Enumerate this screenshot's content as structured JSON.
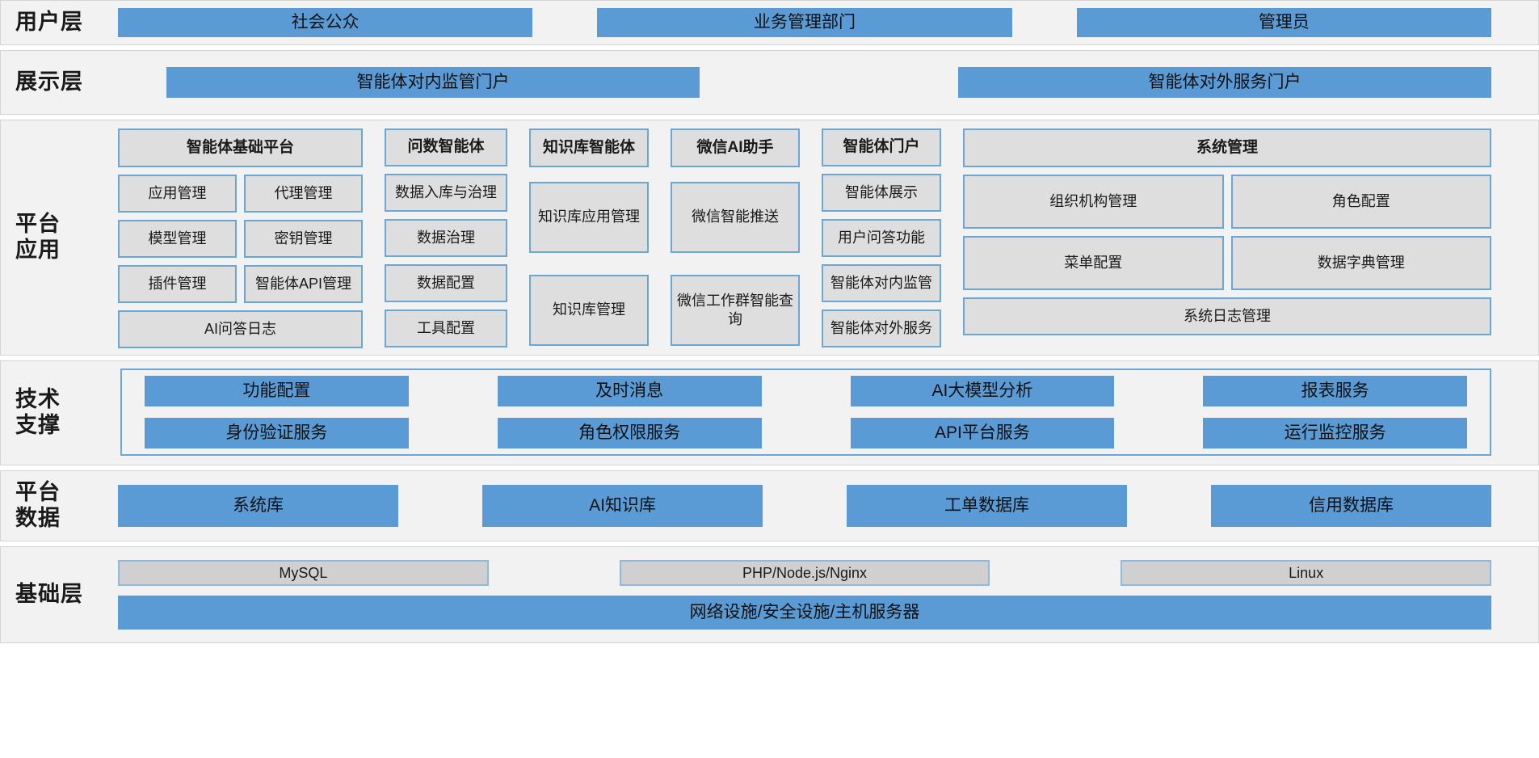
{
  "colors": {
    "blue": "#5b9bd5",
    "grey_fill": "#dedede",
    "grey_border": "#6ba6d6",
    "band_bg": "#f2f2f2",
    "infra_grey": "#d0d0d0"
  },
  "layers": {
    "user": {
      "label": "用户层",
      "boxes": [
        "社会公众",
        "业务管理部门",
        "管理员"
      ]
    },
    "presentation": {
      "label": "展示层",
      "boxes": [
        "智能体对内监管门户",
        "智能体对外服务门户"
      ]
    },
    "platform_app": {
      "label_line1": "平台",
      "label_line2": "应用",
      "columns": [
        {
          "head": "智能体基础平台",
          "rows": [
            [
              "应用管理",
              "代理管理"
            ],
            [
              "模型管理",
              "密钥管理"
            ],
            [
              "插件管理",
              "智能体API管理"
            ]
          ],
          "wide": "AI问答日志"
        },
        {
          "head": "问数智能体",
          "items": [
            "数据入库与治理",
            "数据治理",
            "数据配置",
            "工具配置"
          ]
        },
        {
          "head": "知识库智能体",
          "items": [
            "知识库应用管理",
            "知识库管理"
          ]
        },
        {
          "head": "微信AI助手",
          "items": [
            "微信智能推送",
            "微信工作群智能查询"
          ]
        },
        {
          "head": "智能体门户",
          "items": [
            "智能体展示",
            "用户问答功能",
            "智能体对内监管",
            "智能体对外服务"
          ]
        },
        {
          "head": "系统管理",
          "rows": [
            [
              "组织机构管理",
              "角色配置"
            ],
            [
              "菜单配置",
              "数据字典管理"
            ]
          ],
          "wide": "系统日志管理"
        }
      ]
    },
    "tech_support": {
      "label_line1": "技术",
      "label_line2": "支撑",
      "row1": [
        "功能配置",
        "及时消息",
        "AI大模型分析",
        "报表服务"
      ],
      "row2": [
        "身份验证服务",
        "角色权限服务",
        "API平台服务",
        "运行监控服务"
      ]
    },
    "platform_data": {
      "label_line1": "平台",
      "label_line2": "数据",
      "boxes": [
        "系统库",
        "AI知识库",
        "工单数据库",
        "信用数据库"
      ]
    },
    "infrastructure": {
      "label": "基础层",
      "row": [
        "MySQL",
        "PHP/Node.js/Nginx",
        "Linux"
      ],
      "wide": "网络设施/安全设施/主机服务器"
    }
  }
}
